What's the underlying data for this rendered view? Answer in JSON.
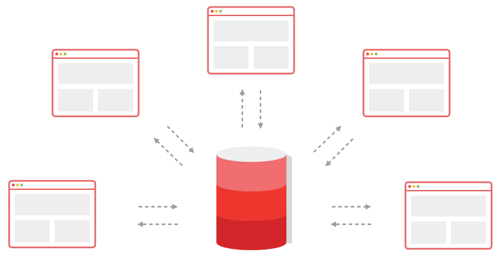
{
  "colors": {
    "window_stroke": "#e76a6a",
    "block_fill": "#eeeeee",
    "dot_red": "#e94c4c",
    "dot_yellow": "#e7c340",
    "dot_green": "#8fc16d",
    "arrow": "#9e9e9e",
    "db_top": "#eeeeee",
    "db_band_top": "#f06d70",
    "db_band_mid": "#ee352e",
    "db_band_bottom": "#d3262a",
    "db_shadow": "#d8d8d8"
  },
  "icons": {
    "windows": "browser-window-icon",
    "database": "database-icon",
    "arrows": "dashed-bidirectional-arrow-icon"
  },
  "windows": [
    {
      "id": "top-center"
    },
    {
      "id": "upper-left"
    },
    {
      "id": "upper-right"
    },
    {
      "id": "lower-left"
    },
    {
      "id": "lower-right"
    }
  ]
}
